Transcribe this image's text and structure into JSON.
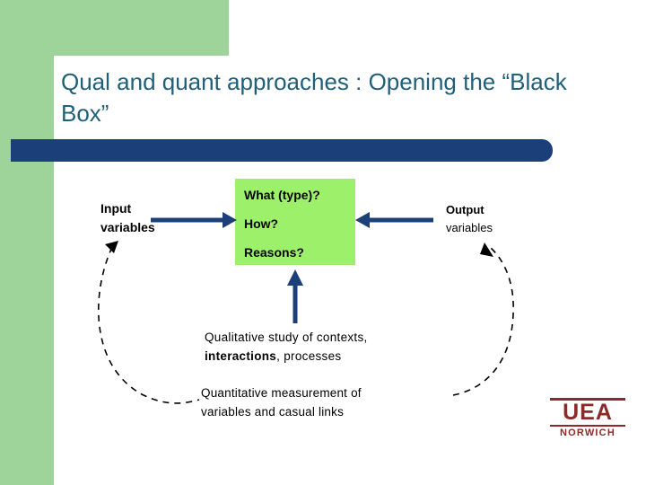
{
  "slide": {
    "title": "Qual and quant approaches : Opening the “Black Box”",
    "colors": {
      "title_text": "#1f5f7a",
      "green_panel": "#9ed49a",
      "navy_bar": "#1b3f78",
      "center_box": "#9cf06a",
      "arrow_blue": "#1b3f78",
      "logo_red": "#8c2a2a"
    }
  },
  "diagram": {
    "input": {
      "line1": "Input",
      "line2": "variables"
    },
    "center_box": {
      "line1": "What (type)?",
      "line2": "How?",
      "line3": "Reasons?"
    },
    "output": {
      "line1": "Output",
      "line2": "variables"
    },
    "qualitative": {
      "line1_pre": "Qualitative study of contexts,",
      "line2_bold": "interactions",
      "line2_rest": ", processes"
    },
    "quantitative": {
      "line1": "Quantitative measurement of",
      "line2": "variables and casual links"
    }
  },
  "logo": {
    "name": "UEA",
    "campus": "NORWICH"
  }
}
